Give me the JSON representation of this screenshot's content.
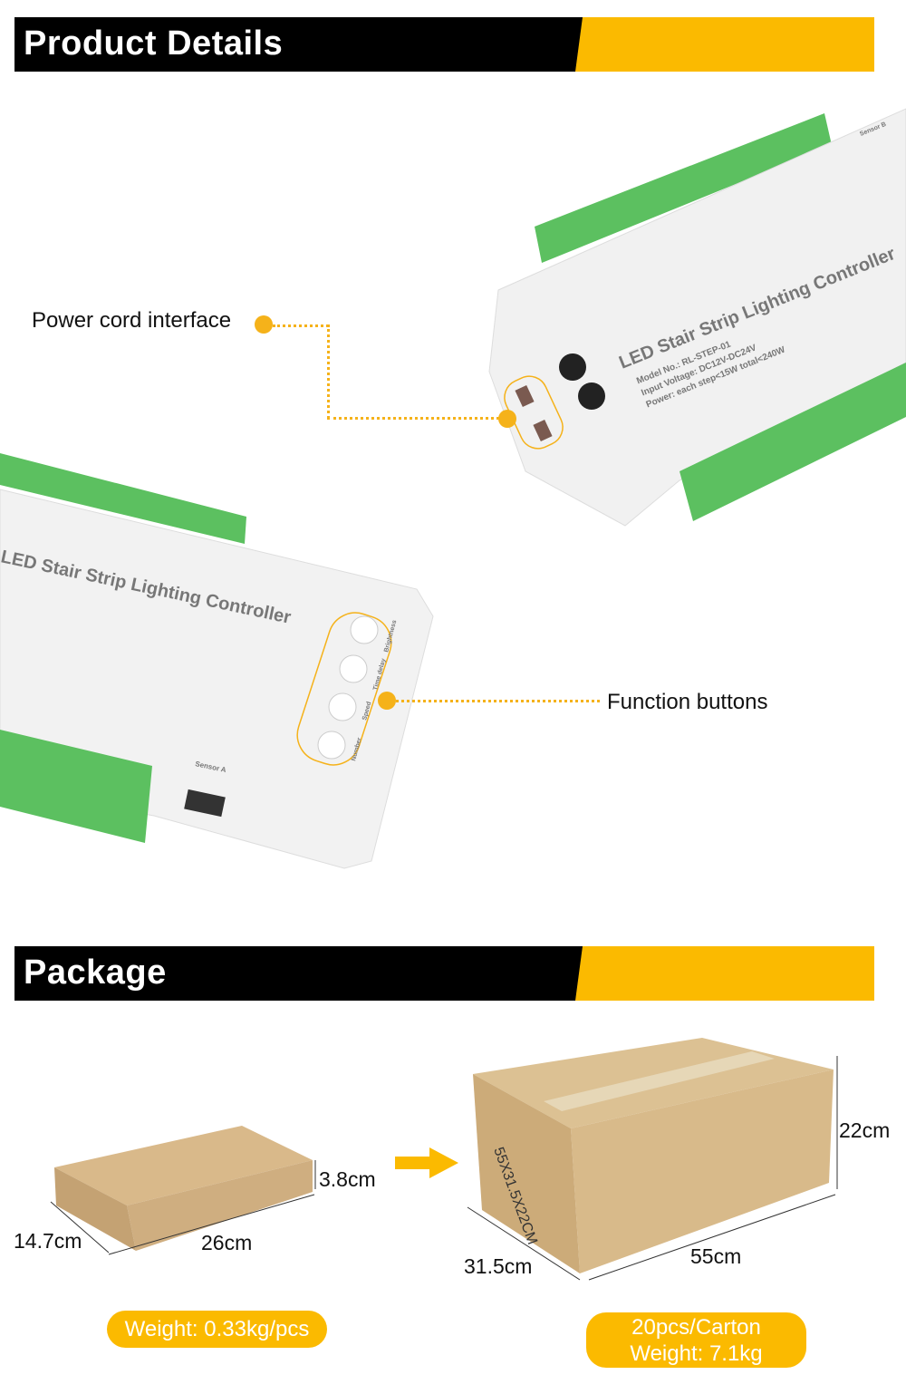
{
  "sections": {
    "details_title": "Product Details",
    "package_title": "Package"
  },
  "callouts": {
    "power": "Power cord interface",
    "buttons": "Function buttons"
  },
  "device": {
    "name": "LED Stair Strip Lighting Controller",
    "model": "Model No.: RL-STEP-01",
    "voltage": "Input Voltage: DC12V-DC24V",
    "power": "Power: each step<15W   total<240W",
    "sensor_a": "Sensor A",
    "sensor_b": "Sensor B",
    "buttons": [
      "Brightness",
      "Time delay",
      "Speed",
      "Number"
    ]
  },
  "package": {
    "small_box": {
      "height": "3.8cm",
      "depth": "14.7cm",
      "width": "26cm",
      "weight": "Weight: 0.33kg/pcs"
    },
    "carton": {
      "height": "22cm",
      "depth": "31.5cm",
      "width": "55cm",
      "marking": "55X31.5X22CM",
      "qty": "20pcs/Carton",
      "weight": "Weight: 7.1kg"
    }
  },
  "colors": {
    "accent": "#fbba00",
    "header": "#000000",
    "terminal_green": "#5cc060"
  }
}
